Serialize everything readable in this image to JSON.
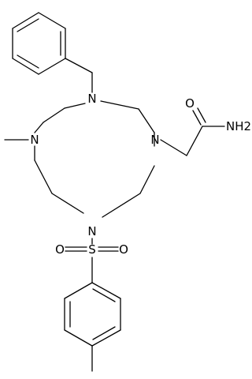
{
  "molecule": {
    "atoms": {
      "n_benzyl": "N",
      "n_methyl": "N",
      "n_acetamide": "N",
      "n_tosyl": "N",
      "sulfur": "S",
      "oxygen_left": "O",
      "oxygen_right": "O",
      "oxygen_carbonyl": "O",
      "amide_nh2": "NH2"
    }
  }
}
